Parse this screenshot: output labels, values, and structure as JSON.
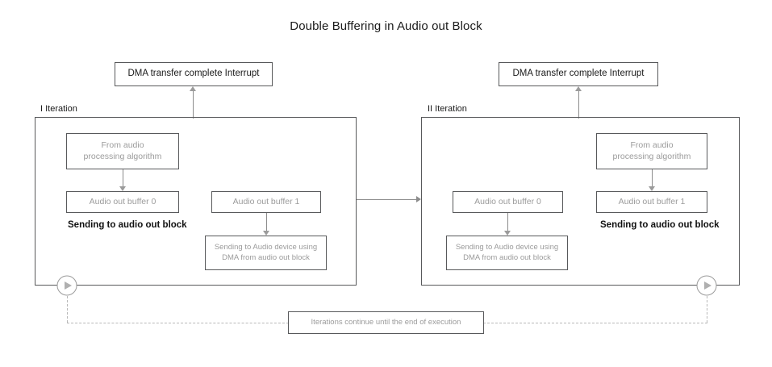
{
  "title": "Double Buffering in Audio out Block",
  "iterations": [
    {
      "label": "I Iteration",
      "interrupt_box": "DMA transfer complete Interrupt",
      "source_box": "From audio\nprocessing algorithm",
      "buffer0_box": "Audio out buffer 0",
      "buffer1_box": "Audio out buffer 1",
      "dma_box": "Sending to Audio device using\nDMA from audio out block",
      "caption": "Sending to audio out block",
      "play_marker": "play-icon"
    },
    {
      "label": "II Iteration",
      "interrupt_box": "DMA transfer complete Interrupt",
      "source_box": "From audio\nprocessing algorithm",
      "buffer0_box": "Audio out buffer 0",
      "buffer1_box": "Audio out buffer 1",
      "dma_box": "Sending to Audio device using\nDMA from audio out block",
      "caption": "Sending to audio out block",
      "play_marker": "play-icon"
    }
  ],
  "loop_note": "Iterations continue until the end of execution",
  "colors": {
    "box_border": "#58595b",
    "gray_text": "#9b9b9b",
    "dark_text": "#1a1a1a",
    "connector": "#8c8c8c",
    "dashed": "#b8b8b8",
    "background": "#ffffff"
  }
}
